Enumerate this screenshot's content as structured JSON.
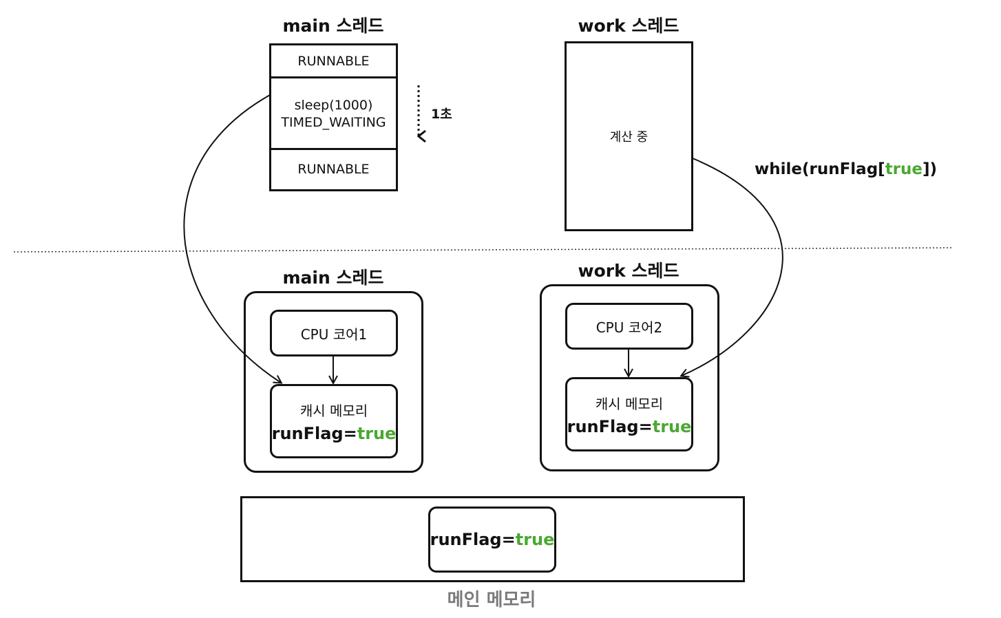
{
  "top": {
    "main_thread": {
      "title": "main 스레드",
      "states": [
        "RUNNABLE",
        "sleep(1000)",
        "TIMED_WAITING",
        "RUNNABLE"
      ],
      "duration_label": "1초"
    },
    "work_thread": {
      "title": "work 스레드",
      "status": "계산 중",
      "loop_prefix": "while(runFlag[",
      "loop_value": "true",
      "loop_suffix": "])"
    }
  },
  "bottom": {
    "main_thread": {
      "title": "main 스레드",
      "cpu": "CPU 코어1",
      "cache_title": "캐시 메모리",
      "flag_name": "runFlag=",
      "flag_value": "true"
    },
    "work_thread": {
      "title": "work 스레드",
      "cpu": "CPU 코어2",
      "cache_title": "캐시 메모리",
      "flag_name": "runFlag=",
      "flag_value": "true"
    },
    "main_memory": {
      "flag_name": "runFlag=",
      "flag_value": "true",
      "caption": "메인 메모리"
    }
  },
  "colors": {
    "true_value": "#4aa832",
    "caption": "#7a7a7a",
    "stroke": "#111111"
  }
}
